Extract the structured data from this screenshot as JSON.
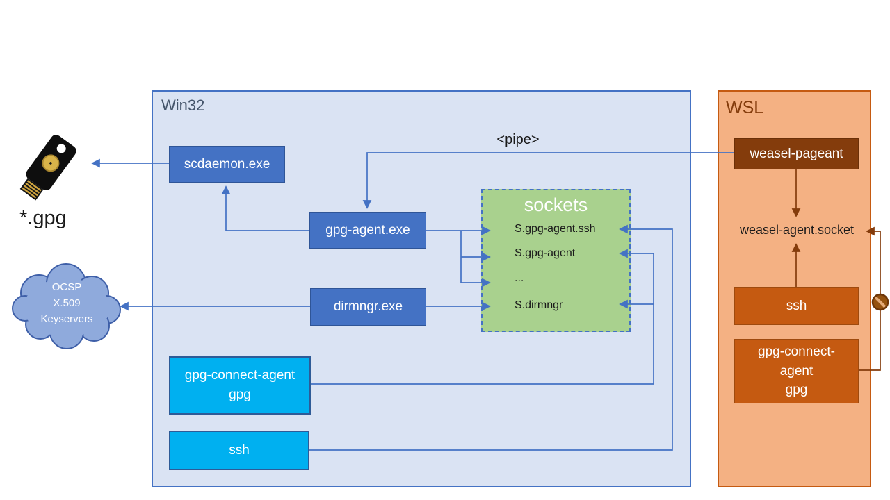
{
  "win32": {
    "label": "Win32",
    "scdaemon": "scdaemon.exe",
    "gpg_agent": "gpg-agent.exe",
    "dirmngr": "dirmngr.exe",
    "gpg_connect": {
      "line1": "gpg-connect-agent",
      "line2": "gpg"
    },
    "ssh": "ssh",
    "sockets": {
      "title": "sockets",
      "items": [
        "S.gpg-agent.ssh",
        "S.gpg-agent",
        "...",
        "S.dirmngr"
      ]
    }
  },
  "wsl": {
    "label": "WSL",
    "weasel_pageant": "weasel-pageant",
    "weasel_socket": "weasel-agent.socket",
    "ssh": "ssh",
    "gpg_connect": {
      "line1": "gpg-connect-",
      "line2": "agent",
      "line3": "gpg"
    }
  },
  "external": {
    "gpg_files": "*.gpg",
    "pipe": "<pipe>",
    "cloud": {
      "line1": "OCSP",
      "line2": "X.509",
      "line3": "Keyservers"
    }
  },
  "colors": {
    "win32_bg": "#dae3f3",
    "win32_border": "#4472c4",
    "wsl_bg": "#f4b183",
    "wsl_border": "#c55a11",
    "process_box_blue": "#4472c4",
    "client_box_cyan": "#00b0f0",
    "sockets_green": "#a9d18e",
    "wsl_dark_box": "#843c0c",
    "wsl_orange_box": "#c55a11",
    "blue_arrow": "#4472c4",
    "brown_arrow": "#843c0c",
    "cloud_fill": "#8faadc"
  }
}
